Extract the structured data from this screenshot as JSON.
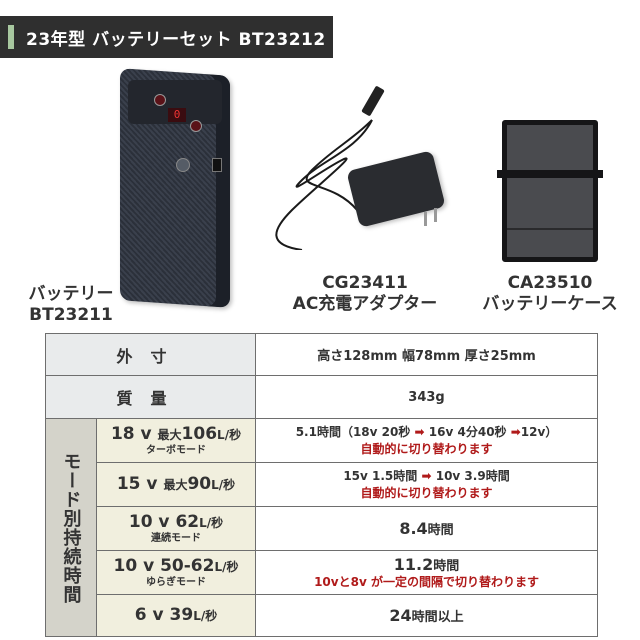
{
  "header": {
    "title": "23年型 バッテリーセット BT23212",
    "accent_color": "#a8c8a0",
    "background_color": "#2f2f2f"
  },
  "products": [
    {
      "name": "バッテリー",
      "code": "BT23211",
      "image": "battery-image",
      "led": "0"
    },
    {
      "code": "CG23411",
      "name": "AC充電アダプター",
      "image": "ac-adapter-image"
    },
    {
      "code": "CA23510",
      "name": "バッテリーケース",
      "image": "battery-case-image"
    }
  ],
  "spec_table": {
    "rows": [
      {
        "label": "外寸",
        "value": "高さ128mm 幅78mm 厚さ25mm"
      },
      {
        "label": "質量",
        "value": "343g"
      }
    ],
    "mode_section_label": "モード別持続時間",
    "modes": [
      {
        "voltage": "18 v",
        "airflow_prefix": "最大",
        "airflow": "106",
        "unit": "L/秒",
        "mode_name": "ターボモード",
        "duration_parts": [
          "5.1時間（18v 20秒",
          "16v 4分40秒",
          "12v）"
        ],
        "arrow": "➡",
        "note": "自動的に切り替わります"
      },
      {
        "voltage": "15 v",
        "airflow_prefix": "最大",
        "airflow": "90",
        "unit": "L/秒",
        "mode_name": "",
        "duration_parts": [
          "15v 1.5時間",
          "10v 3.9時間"
        ],
        "arrow": "➡",
        "note": "自動的に切り替わります"
      },
      {
        "voltage": "10 v",
        "airflow": "62",
        "unit": "L/秒",
        "mode_name": "連続モード",
        "duration_num": "8.4",
        "duration_unit": "時間"
      },
      {
        "voltage": "10 v",
        "airflow": "50-62",
        "unit": "L/秒",
        "mode_name": "ゆらぎモード",
        "duration_num": "11.2",
        "duration_unit": "時間",
        "note": "10vと8v が一定の間隔で切り替わります"
      },
      {
        "voltage": "6 v",
        "airflow": "39",
        "unit": "L/秒",
        "mode_name": "",
        "duration_num": "24",
        "duration_unit": "時間以上"
      }
    ],
    "colors": {
      "label_bg": "#e9ebec",
      "mode_side_bg": "#d4d3ca",
      "mode_cell_bg": "#f1efde",
      "note_red": "#b01a1a",
      "border": "#6e6e6e"
    }
  }
}
